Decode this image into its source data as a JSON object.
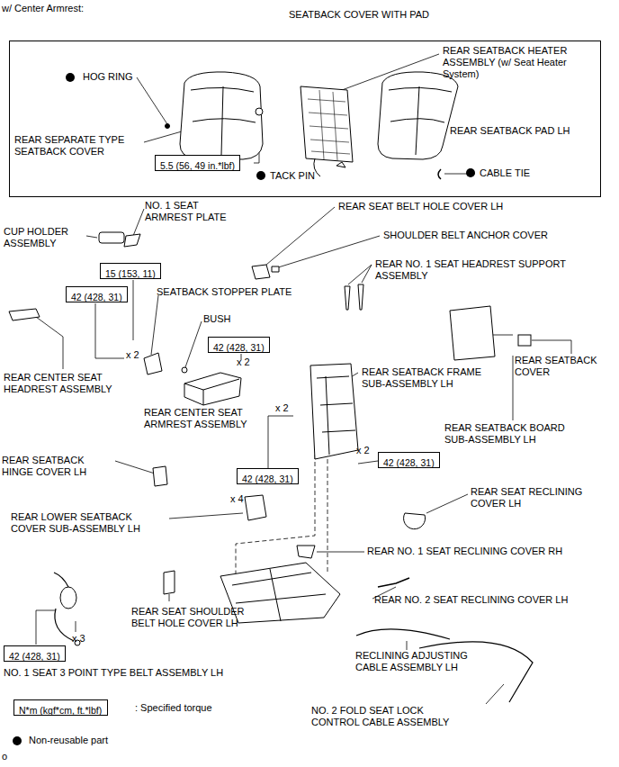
{
  "diagram": {
    "nodes": [
      {
        "text": [
          "SEATBACK COVER WITH PAD"
        ]
      },
      {
        "text": [
          "5.5 (56, 49 in.*lbf)"
        ],
        "in": 0
      },
      {
        "text": [
          "15 (153, 11)"
        ]
      },
      {
        "text": [
          "42 (428, 31)"
        ]
      },
      {
        "text": [
          "42 (428, 31)"
        ]
      },
      {
        "text": [
          "42 (428, 31)"
        ]
      },
      {
        "text": [
          "42 (428, 31)"
        ]
      },
      {
        "text": [
          "42 (428, 31)"
        ]
      },
      {
        "text": [
          "N*m (kgf*cm, ft.*lbf)"
        ]
      }
    ],
    "labels": [
      "w/ Center Armrest:",
      "HOG RING",
      "REAR SEPARATE TYPE SEATBACK COVER",
      "REAR SEATBACK HEATER ASSEMBLY (w/ Seat Heater System)",
      "REAR SEATBACK PAD LH",
      "TACK PIN",
      "CABLE TIE",
      "CUP HOLDER ASSEMBLY",
      "NO. 1 SEAT ARMREST PLATE",
      "REAR SEAT BELT HOLE COVER LH",
      "SHOULDER BELT ANCHOR COVER",
      "REAR NO. 1 SEAT HEADREST SUPPORT ASSEMBLY",
      "SEATBACK STOPPER PLATE",
      "BUSH",
      "x 2",
      "x 2",
      "REAR CENTER SEAT HEADREST ASSEMBLY",
      "REAR CENTER SEAT ARMREST ASSEMBLY",
      "REAR SEATBACK FRAME SUB-ASSEMBLY LH",
      "REAR SEATBACK COVER",
      "REAR SEATBACK BOARD SUB-ASSEMBLY LH",
      "x 2",
      "x 2",
      "REAR SEATBACK HINGE COVER LH",
      "x 4",
      "REAR LOWER SEATBACK COVER SUB-ASSEMBLY LH",
      "REAR SEAT RECLINING COVER LH",
      "REAR NO. 1 SEAT RECLINING COVER RH",
      "REAR NO. 2 SEAT RECLINING COVER LH",
      "REAR SEAT SHOULDER BELT HOLE COVER LH",
      "x 3",
      "NO. 1 SEAT 3 POINT TYPE BELT ASSEMBLY LH",
      "RECLINING ADJUSTING CABLE ASSEMBLY LH",
      ": Specified torque",
      "NO. 2 FOLD SEAT LOCK CONTROL CABLE ASSEMBLY",
      "o"
    ],
    "legend": [
      {
        "text": "Non-reusable part",
        "color": "#000000"
      }
    ]
  }
}
